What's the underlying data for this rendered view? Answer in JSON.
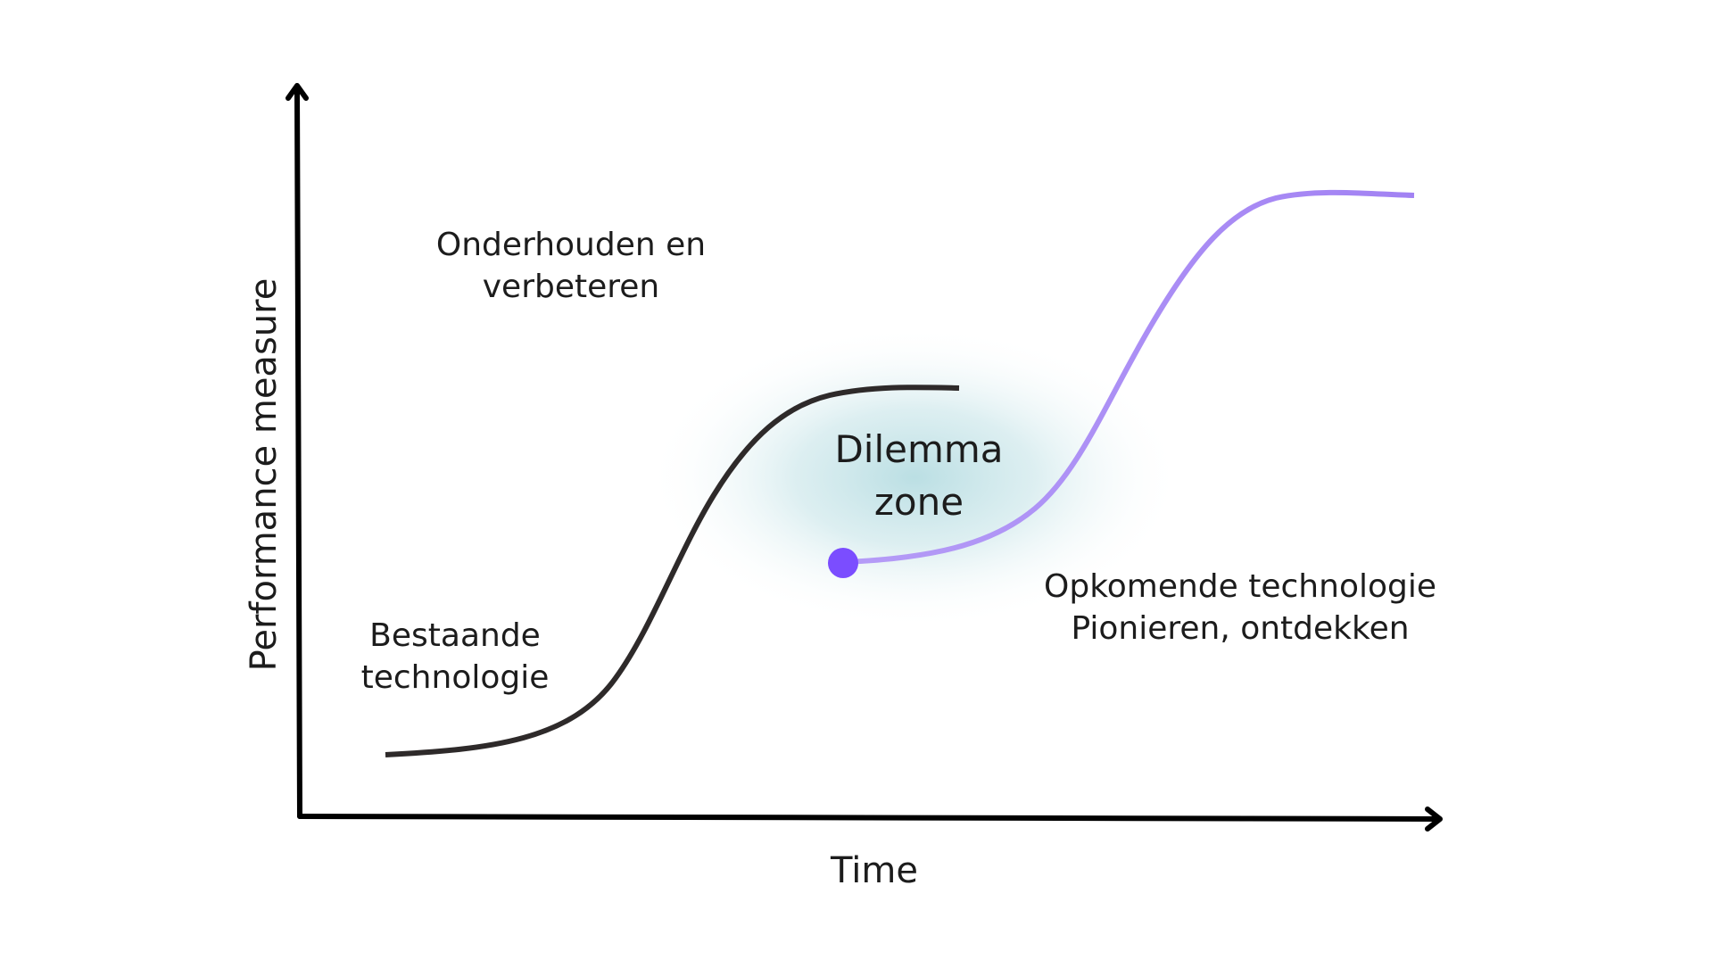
{
  "axes": {
    "x_label": "Time",
    "y_label": "Performance measure"
  },
  "annotations": {
    "maintain": [
      "Onderhouden en",
      "verbeteren"
    ],
    "existing": [
      "Bestaande",
      "technologie"
    ],
    "dilemma": [
      "Dilemma",
      "zone"
    ],
    "emerging": [
      "Opkomende technologie",
      "Pionieren, ontdekken"
    ]
  },
  "curves": [
    {
      "id": "existing-technology",
      "color": "#2e2a2a"
    },
    {
      "id": "emerging-technology",
      "color": "#a98af5"
    }
  ],
  "colors": {
    "axis": "#000000",
    "start_dot": "#7b4dff",
    "dilemma_glow": "#b7dde2",
    "existing_curve": "#2e2a2a",
    "emerging_curve": "#a98af5"
  }
}
